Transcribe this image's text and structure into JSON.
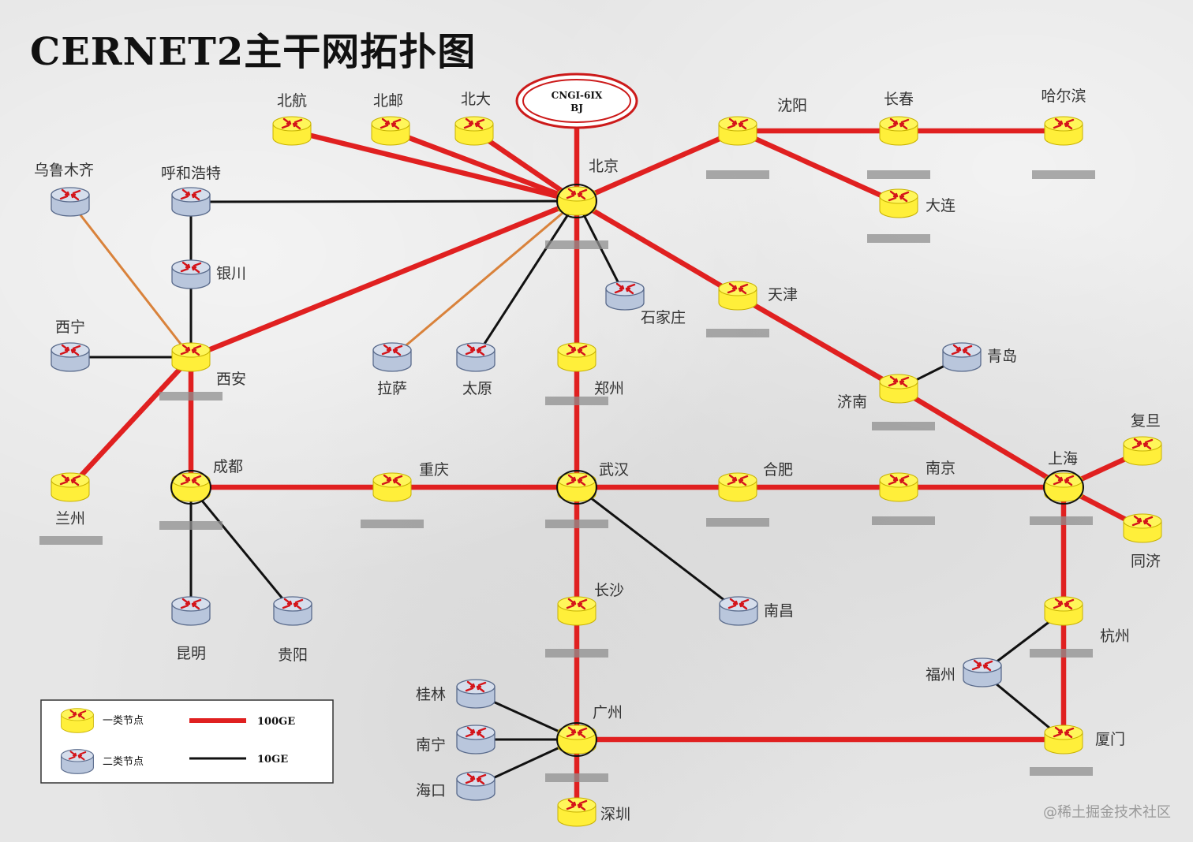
{
  "title": "CERNET2主干网拓扑图",
  "ix": {
    "line1": "CNGI-6IX",
    "line2": "BJ"
  },
  "nodes": [
    {
      "id": "beihang",
      "label": "北航",
      "type": "primary"
    },
    {
      "id": "beiyou",
      "label": "北邮",
      "type": "primary"
    },
    {
      "id": "beida",
      "label": "北大",
      "type": "primary"
    },
    {
      "id": "beijing",
      "label": "北京",
      "type": "primary-core"
    },
    {
      "id": "shenyang",
      "label": "沈阳",
      "type": "primary"
    },
    {
      "id": "changchun",
      "label": "长春",
      "type": "primary"
    },
    {
      "id": "harbin",
      "label": "哈尔滨",
      "type": "primary"
    },
    {
      "id": "dalian",
      "label": "大连",
      "type": "primary"
    },
    {
      "id": "urumqi",
      "label": "乌鲁木齐",
      "type": "secondary"
    },
    {
      "id": "hohhot",
      "label": "呼和浩特",
      "type": "secondary"
    },
    {
      "id": "yinchuan",
      "label": "银川",
      "type": "secondary"
    },
    {
      "id": "xining",
      "label": "西宁",
      "type": "secondary"
    },
    {
      "id": "xian",
      "label": "西安",
      "type": "primary"
    },
    {
      "id": "lhasa",
      "label": "拉萨",
      "type": "secondary"
    },
    {
      "id": "taiyuan",
      "label": "太原",
      "type": "secondary"
    },
    {
      "id": "shijiazhuang",
      "label": "石家庄",
      "type": "secondary"
    },
    {
      "id": "tianjin",
      "label": "天津",
      "type": "primary"
    },
    {
      "id": "zhengzhou",
      "label": "郑州",
      "type": "primary"
    },
    {
      "id": "qingdao",
      "label": "青岛",
      "type": "secondary"
    },
    {
      "id": "jinan",
      "label": "济南",
      "type": "primary"
    },
    {
      "id": "fudan",
      "label": "复旦",
      "type": "primary"
    },
    {
      "id": "lanzhou",
      "label": "兰州",
      "type": "primary"
    },
    {
      "id": "chengdu",
      "label": "成都",
      "type": "primary-core"
    },
    {
      "id": "chongqing",
      "label": "重庆",
      "type": "primary"
    },
    {
      "id": "wuhan",
      "label": "武汉",
      "type": "primary-core"
    },
    {
      "id": "hefei",
      "label": "合肥",
      "type": "primary"
    },
    {
      "id": "nanjing",
      "label": "南京",
      "type": "primary"
    },
    {
      "id": "shanghai",
      "label": "上海",
      "type": "primary-core"
    },
    {
      "id": "tongji",
      "label": "同济",
      "type": "primary"
    },
    {
      "id": "kunming",
      "label": "昆明",
      "type": "secondary"
    },
    {
      "id": "guiyang",
      "label": "贵阳",
      "type": "secondary"
    },
    {
      "id": "changsha",
      "label": "长沙",
      "type": "primary"
    },
    {
      "id": "nanchang",
      "label": "南昌",
      "type": "secondary"
    },
    {
      "id": "hangzhou",
      "label": "杭州",
      "type": "primary"
    },
    {
      "id": "fuzhou",
      "label": "福州",
      "type": "secondary"
    },
    {
      "id": "guilin",
      "label": "桂林",
      "type": "secondary"
    },
    {
      "id": "nanning",
      "label": "南宁",
      "type": "secondary"
    },
    {
      "id": "haikou",
      "label": "海口",
      "type": "secondary"
    },
    {
      "id": "guangzhou",
      "label": "广州",
      "type": "primary-core"
    },
    {
      "id": "xiamen",
      "label": "厦门",
      "type": "primary"
    },
    {
      "id": "shenzhen",
      "label": "深圳",
      "type": "primary"
    }
  ],
  "links": [
    {
      "from": "ix",
      "to": "beijing",
      "kind": "100GE"
    },
    {
      "from": "beihang",
      "to": "beijing",
      "kind": "100GE"
    },
    {
      "from": "beiyou",
      "to": "beijing",
      "kind": "100GE"
    },
    {
      "from": "beida",
      "to": "beijing",
      "kind": "100GE"
    },
    {
      "from": "beijing",
      "to": "shenyang",
      "kind": "100GE"
    },
    {
      "from": "shenyang",
      "to": "changchun",
      "kind": "100GE"
    },
    {
      "from": "changchun",
      "to": "harbin",
      "kind": "100GE"
    },
    {
      "from": "shenyang",
      "to": "dalian",
      "kind": "100GE"
    },
    {
      "from": "beijing",
      "to": "hohhot",
      "kind": "10GE"
    },
    {
      "from": "beijing",
      "to": "xian",
      "kind": "100GE"
    },
    {
      "from": "beijing",
      "to": "lhasa",
      "kind": "other"
    },
    {
      "from": "beijing",
      "to": "taiyuan",
      "kind": "10GE"
    },
    {
      "from": "beijing",
      "to": "zhengzhou",
      "kind": "100GE"
    },
    {
      "from": "beijing",
      "to": "shijiazhuang",
      "kind": "10GE"
    },
    {
      "from": "beijing",
      "to": "tianjin",
      "kind": "100GE"
    },
    {
      "from": "tianjin",
      "to": "jinan",
      "kind": "100GE"
    },
    {
      "from": "jinan",
      "to": "qingdao",
      "kind": "10GE"
    },
    {
      "from": "jinan",
      "to": "shanghai",
      "kind": "100GE"
    },
    {
      "from": "hohhot",
      "to": "yinchuan",
      "kind": "10GE"
    },
    {
      "from": "yinchuan",
      "to": "xian",
      "kind": "10GE"
    },
    {
      "from": "urumqi",
      "to": "xian",
      "kind": "other"
    },
    {
      "from": "xining",
      "to": "xian",
      "kind": "10GE"
    },
    {
      "from": "xian",
      "to": "lanzhou",
      "kind": "100GE"
    },
    {
      "from": "xian",
      "to": "chengdu",
      "kind": "100GE"
    },
    {
      "from": "zhengzhou",
      "to": "wuhan",
      "kind": "100GE"
    },
    {
      "from": "chengdu",
      "to": "chongqing",
      "kind": "100GE"
    },
    {
      "from": "chongqing",
      "to": "wuhan",
      "kind": "100GE"
    },
    {
      "from": "wuhan",
      "to": "hefei",
      "kind": "100GE"
    },
    {
      "from": "hefei",
      "to": "nanjing",
      "kind": "100GE"
    },
    {
      "from": "nanjing",
      "to": "shanghai",
      "kind": "100GE"
    },
    {
      "from": "shanghai",
      "to": "fudan",
      "kind": "100GE"
    },
    {
      "from": "shanghai",
      "to": "tongji",
      "kind": "100GE"
    },
    {
      "from": "shanghai",
      "to": "hangzhou",
      "kind": "100GE"
    },
    {
      "from": "hangzhou",
      "to": "xiamen",
      "kind": "100GE"
    },
    {
      "from": "hangzhou",
      "to": "fuzhou",
      "kind": "10GE"
    },
    {
      "from": "fuzhou",
      "to": "xiamen",
      "kind": "10GE"
    },
    {
      "from": "chengdu",
      "to": "kunming",
      "kind": "10GE"
    },
    {
      "from": "chengdu",
      "to": "guiyang",
      "kind": "10GE"
    },
    {
      "from": "wuhan",
      "to": "nanchang",
      "kind": "10GE"
    },
    {
      "from": "wuhan",
      "to": "changsha",
      "kind": "100GE"
    },
    {
      "from": "changsha",
      "to": "guangzhou",
      "kind": "100GE"
    },
    {
      "from": "guangzhou",
      "to": "xiamen",
      "kind": "100GE"
    },
    {
      "from": "guangzhou",
      "to": "shenzhen",
      "kind": "100GE"
    },
    {
      "from": "guangzhou",
      "to": "guilin",
      "kind": "10GE"
    },
    {
      "from": "guangzhou",
      "to": "nanning",
      "kind": "10GE"
    },
    {
      "from": "guangzhou",
      "to": "haikou",
      "kind": "10GE"
    }
  ],
  "legend": {
    "primary": "一类节点",
    "secondary": "二类节点",
    "link_100": "100GE",
    "link_10": "10GE"
  },
  "colors": {
    "link_100": "#e02020",
    "link_10": "#111111",
    "link_other": "#d9823b",
    "primary_fill": "#ffef3a",
    "secondary_fill": "#b9c6dc",
    "router_arrow": "#d4141a"
  },
  "watermark": "@稀土掘金技术社区"
}
